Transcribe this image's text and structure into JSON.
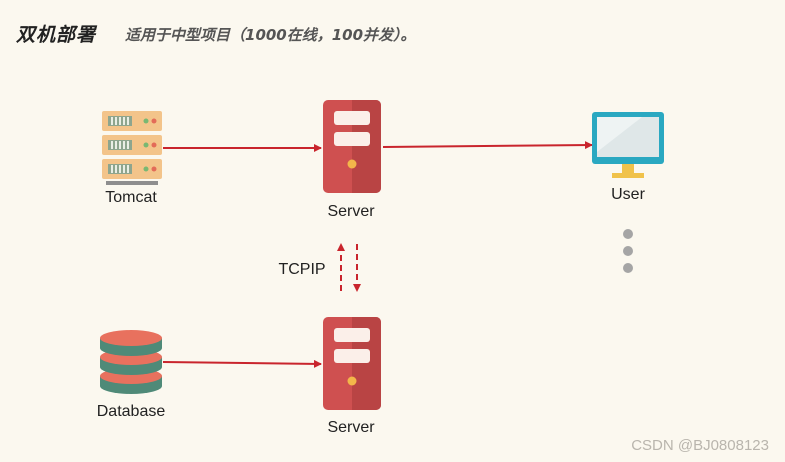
{
  "header": {
    "title": "双机部署",
    "subtitle": "适用于中型项目（1000在线，100并发）。"
  },
  "nodes": {
    "tomcat": "Tomcat",
    "server_top": "Server",
    "user": "User",
    "database": "Database",
    "server_bottom": "Server"
  },
  "link_label": "TCPIP",
  "watermark": "CSDN @BJ0808123",
  "colors": {
    "arrow": "#c9252d",
    "server": "#cf5050",
    "background": "#fbf8ef"
  }
}
